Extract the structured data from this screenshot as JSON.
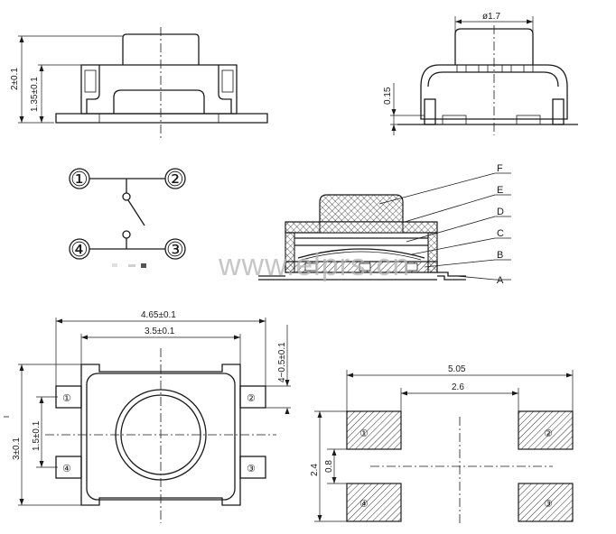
{
  "side_view_left": {
    "dim_total_height": "2±0.1",
    "dim_body_height": "1.35±0.1"
  },
  "side_view_right": {
    "dim_plunger_diameter": "ø1.7",
    "dim_offset": "0.15"
  },
  "schematic": {
    "pins": [
      "①",
      "②",
      "④",
      "③"
    ]
  },
  "cross_section": {
    "callouts": [
      "F",
      "E",
      "D",
      "C",
      "B",
      "A"
    ],
    "watermark": "www.elprs.cn"
  },
  "top_view": {
    "dim_total_width": "4.65±0.1",
    "dim_pin_pitch": "3.5±0.1",
    "dim_terminal_length": "4~0.5±0.1",
    "dim_body_height": "3±0.1",
    "dim_pin_vertical_pitch": "1.5±0.1",
    "pin_labels": [
      "①",
      "②",
      "④",
      "③"
    ]
  },
  "pcb_layout": {
    "dim_total_width": "5.05",
    "dim_inner_gap": "2.6",
    "dim_height": "2.4",
    "dim_pad_gap": "0.8",
    "pad_labels": [
      "①",
      "②",
      "④",
      "③"
    ]
  }
}
